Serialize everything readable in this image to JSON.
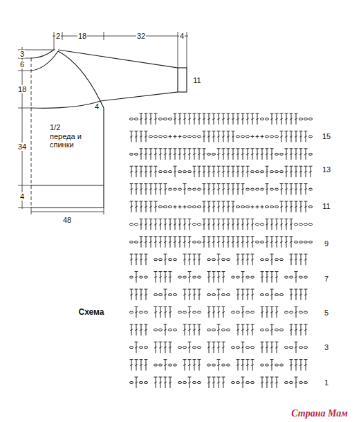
{
  "diagram": {
    "labels": [
      "2",
      "18",
      "32",
      "4",
      "3",
      "6",
      "18",
      "34",
      "4",
      "11",
      "4",
      "48",
      "1/2 переда и спинки",
      "Схема",
      "15",
      "13",
      "11",
      "9",
      "7",
      "5",
      "3",
      "1",
      "Страна Мам"
    ]
  }
}
